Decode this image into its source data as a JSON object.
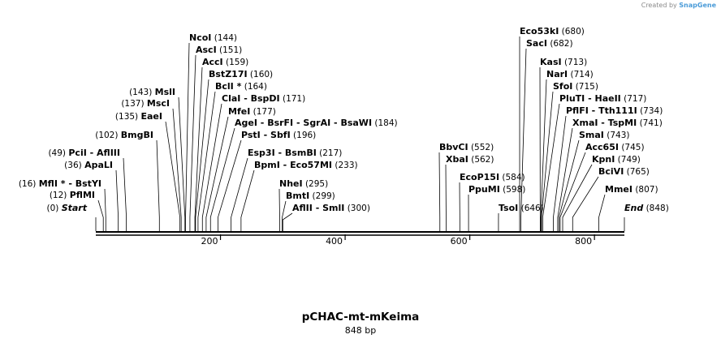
{
  "credit": {
    "prefix": "Created by",
    "logo": "SnapGene"
  },
  "map": {
    "title": "pCHAC-mt-mKeima",
    "length_label": "848 bp",
    "length": 848,
    "scale_ticks": [
      "200",
      "400",
      "600",
      "800"
    ],
    "start_label": "Start",
    "end_label": "End",
    "colors": {
      "line": "#000000",
      "connector": "#000000"
    }
  },
  "sites": [
    {
      "names": [
        "Start"
      ],
      "pos": "(0)",
      "bp": 0,
      "star": false,
      "italic": true,
      "side": "left"
    },
    {
      "names": [
        "PflMI"
      ],
      "pos": "(12)",
      "bp": 12,
      "star": false,
      "side": "left"
    },
    {
      "names": [
        "MflI",
        "BstYI"
      ],
      "pos": "(16)",
      "bp": 16,
      "star": true,
      "side": "left"
    },
    {
      "names": [
        "ApaLI"
      ],
      "pos": "(36)",
      "bp": 36,
      "star": false,
      "side": "left"
    },
    {
      "names": [
        "PciI",
        "AflIII"
      ],
      "pos": "(49)",
      "bp": 49,
      "star": false,
      "side": "left"
    },
    {
      "names": [
        "BmgBI"
      ],
      "pos": "(102)",
      "bp": 102,
      "star": false,
      "side": "left"
    },
    {
      "names": [
        "EaeI"
      ],
      "pos": "(135)",
      "bp": 135,
      "star": false,
      "side": "left"
    },
    {
      "names": [
        "MscI"
      ],
      "pos": "(137)",
      "bp": 137,
      "star": false,
      "side": "left"
    },
    {
      "names": [
        "MslI"
      ],
      "pos": "(143)",
      "bp": 143,
      "star": false,
      "side": "left"
    },
    {
      "names": [
        "NcoI"
      ],
      "pos": "(144)",
      "bp": 144,
      "star": false,
      "side": "right"
    },
    {
      "names": [
        "AscI"
      ],
      "pos": "(151)",
      "bp": 151,
      "star": false,
      "side": "right"
    },
    {
      "names": [
        "AccI"
      ],
      "pos": "(159)",
      "bp": 159,
      "star": false,
      "side": "right"
    },
    {
      "names": [
        "BstZ17I"
      ],
      "pos": "(160)",
      "bp": 160,
      "star": false,
      "side": "right"
    },
    {
      "names": [
        "BclI"
      ],
      "pos": "(164)",
      "bp": 164,
      "star": true,
      "side": "right"
    },
    {
      "names": [
        "ClaI",
        "BspDI"
      ],
      "pos": "(171)",
      "bp": 171,
      "star": false,
      "side": "right"
    },
    {
      "names": [
        "MfeI"
      ],
      "pos": "(177)",
      "bp": 177,
      "star": false,
      "side": "right"
    },
    {
      "names": [
        "AgeI",
        "BsrFI",
        "SgrAI",
        "BsaWI"
      ],
      "pos": "(184)",
      "bp": 184,
      "star": false,
      "side": "right"
    },
    {
      "names": [
        "PstI",
        "SbfI"
      ],
      "pos": "(196)",
      "bp": 196,
      "star": false,
      "side": "right"
    },
    {
      "names": [
        "Esp3I",
        "BsmBI"
      ],
      "pos": "(217)",
      "bp": 217,
      "star": false,
      "side": "right"
    },
    {
      "names": [
        "BpmI",
        "Eco57MI"
      ],
      "pos": "(233)",
      "bp": 233,
      "star": false,
      "side": "right"
    },
    {
      "names": [
        "NheI"
      ],
      "pos": "(295)",
      "bp": 295,
      "star": false,
      "side": "right"
    },
    {
      "names": [
        "BmtI"
      ],
      "pos": "(299)",
      "bp": 299,
      "star": false,
      "side": "right"
    },
    {
      "names": [
        "AflII",
        "SmlI"
      ],
      "pos": "(300)",
      "bp": 300,
      "star": false,
      "side": "right"
    },
    {
      "names": [
        "BbvCI"
      ],
      "pos": "(552)",
      "bp": 552,
      "star": false,
      "side": "right"
    },
    {
      "names": [
        "XbaI"
      ],
      "pos": "(562)",
      "bp": 562,
      "star": false,
      "side": "right"
    },
    {
      "names": [
        "EcoP15I"
      ],
      "pos": "(584)",
      "bp": 584,
      "star": false,
      "side": "right"
    },
    {
      "names": [
        "PpuMI"
      ],
      "pos": "(598)",
      "bp": 598,
      "star": false,
      "side": "right"
    },
    {
      "names": [
        "TsoI"
      ],
      "pos": "(646)",
      "bp": 646,
      "star": false,
      "side": "right"
    },
    {
      "names": [
        "Eco53kI"
      ],
      "pos": "(680)",
      "bp": 680,
      "star": false,
      "side": "right"
    },
    {
      "names": [
        "SacI"
      ],
      "pos": "(682)",
      "bp": 682,
      "star": false,
      "side": "right"
    },
    {
      "names": [
        "KasI"
      ],
      "pos": "(713)",
      "bp": 713,
      "star": false,
      "side": "right"
    },
    {
      "names": [
        "NarI"
      ],
      "pos": "(714)",
      "bp": 714,
      "star": false,
      "side": "right"
    },
    {
      "names": [
        "SfoI"
      ],
      "pos": "(715)",
      "bp": 715,
      "star": false,
      "side": "right"
    },
    {
      "names": [
        "PluTI",
        "HaeII"
      ],
      "pos": "(717)",
      "bp": 717,
      "star": false,
      "side": "right"
    },
    {
      "names": [
        "PflFI",
        "Tth111I"
      ],
      "pos": "(734)",
      "bp": 734,
      "star": false,
      "side": "right"
    },
    {
      "names": [
        "XmaI",
        "TspMI"
      ],
      "pos": "(741)",
      "bp": 741,
      "star": false,
      "side": "right"
    },
    {
      "names": [
        "SmaI"
      ],
      "pos": "(743)",
      "bp": 743,
      "star": false,
      "side": "right"
    },
    {
      "names": [
        "Acc65I"
      ],
      "pos": "(745)",
      "bp": 745,
      "star": false,
      "side": "right"
    },
    {
      "names": [
        "KpnI"
      ],
      "pos": "(749)",
      "bp": 749,
      "star": false,
      "side": "right"
    },
    {
      "names": [
        "BciVI"
      ],
      "pos": "(765)",
      "bp": 765,
      "star": false,
      "side": "right"
    },
    {
      "names": [
        "MmeI"
      ],
      "pos": "(807)",
      "bp": 807,
      "star": false,
      "side": "right"
    },
    {
      "names": [
        "End"
      ],
      "pos": "(848)",
      "bp": 848,
      "star": false,
      "italic": true,
      "side": "right"
    }
  ]
}
